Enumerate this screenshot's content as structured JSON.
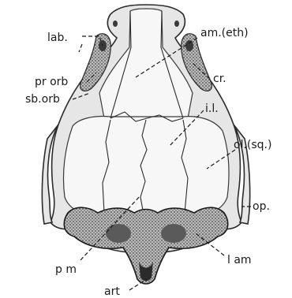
{
  "figure": {
    "labels": {
      "lab": "lab.",
      "am_eth": "am.(eth)",
      "cr": "cr.",
      "pr_orb": "pr orb",
      "sb_orb": "sb.orb",
      "il": "i.l.",
      "ol_sq": "ol.(sq.)",
      "op": "op.",
      "pm": "p m",
      "lam": "l am",
      "art": "art"
    }
  }
}
